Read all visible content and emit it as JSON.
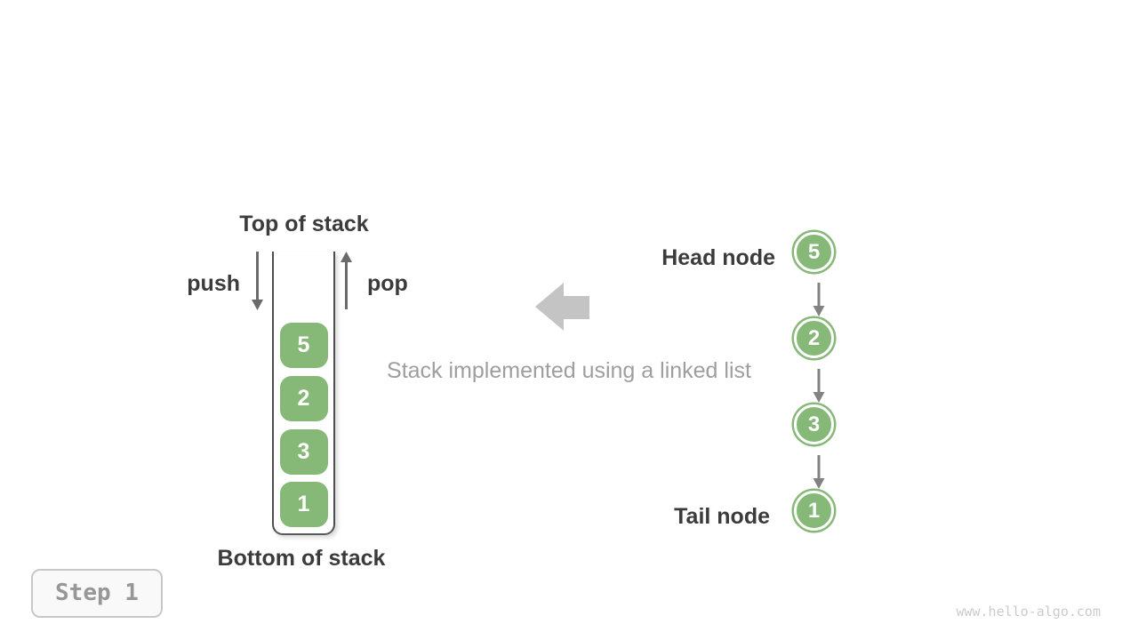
{
  "diagram": {
    "stack": {
      "top_label": "Top of stack",
      "bottom_label": "Bottom of stack",
      "push_label": "push",
      "pop_label": "pop",
      "items": [
        "5",
        "2",
        "3",
        "1"
      ]
    },
    "caption": "Stack implemented using a linked list",
    "linked_list": {
      "head_label": "Head node",
      "tail_label": "Tail node",
      "nodes": [
        "5",
        "2",
        "3",
        "1"
      ]
    },
    "step_badge": {
      "label": "Step 1"
    },
    "watermark": "www.hello-algo.com",
    "icons": {
      "push_arrow": "down-arrow-icon",
      "pop_arrow": "up-arrow-icon",
      "block_arrow": "left-block-arrow-icon",
      "next_pointer": "down-arrow-icon"
    },
    "colors": {
      "node_green": "#86b877",
      "text_dark": "#3b3b3b",
      "arrow_gray": "#6b6b6b",
      "pointer_gray": "#828282",
      "block_arrow_gray": "#c4c4c4",
      "caption_gray": "#9e9e9e",
      "badge_text_gray": "#979797",
      "badge_border_gray": "#c8c8c8",
      "watermark_gray": "#cbcbcb"
    }
  }
}
